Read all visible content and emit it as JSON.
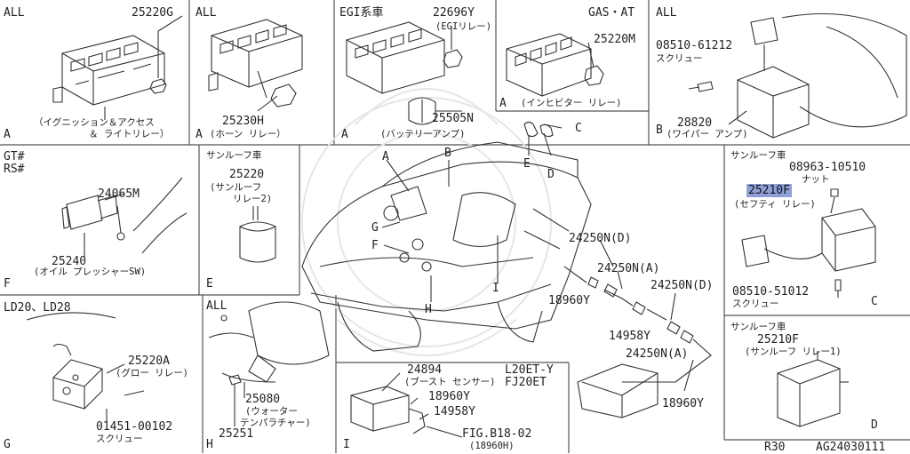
{
  "cells": {
    "c1": {
      "header": "ALL",
      "part": "25220G",
      "desc1": "（イグニッション＆アクセス",
      "desc2": "＆ ライトリレー）",
      "letter": "A"
    },
    "c2": {
      "header": "ALL",
      "part": "25230H",
      "desc": "(ホーン リレー）",
      "letter": "A"
    },
    "c3": {
      "header": "EGI系車",
      "part1": "22696Y",
      "desc1": "(EGIリレー)",
      "part2": "25505N",
      "desc2": "(バッテリーアンプ)",
      "letter": "A"
    },
    "c4": {
      "header": "GAS・AT",
      "part": "25220M",
      "desc": "(インヒビター リレー)",
      "letter": "A"
    },
    "c5": {
      "header": "ALL",
      "part1": "08510-61212",
      "desc1": "スクリュー",
      "part2": "28820",
      "desc2": "(ワイパー アンプ)",
      "letter": "B"
    },
    "c6": {
      "header1": "GT#",
      "header2": "RS#",
      "part1": "24065M",
      "part2": "25240",
      "desc": "(オイル プレッシャーSW)",
      "letter": "F"
    },
    "c7": {
      "header": "サンルーフ車",
      "part": "25220",
      "desc1": "(サンルーフ",
      "desc2": "リレー2)",
      "letter": "E"
    },
    "c8": {
      "header": "サンルーフ車",
      "part1": "08963-10510",
      "desc1": "ナット",
      "part2": "25210F",
      "desc2": "(セフティ リレー)",
      "part3": "08510-51012",
      "desc3": "スクリュー",
      "letter": "C"
    },
    "c9": {
      "header": "LD20、LD28",
      "part1": "25220A",
      "desc1": "(グロー リレー)",
      "part2": "01451-00102",
      "desc2": "スクリュー",
      "letter": "G"
    },
    "c10": {
      "header": "ALL",
      "part1": "25080",
      "desc1": "(ウォーター",
      "desc2": "テンパラチャー)",
      "part2": "25251",
      "letter": "H"
    },
    "c11": {
      "hdr1": "L20ET-Y",
      "hdr2": "FJ20ET",
      "part1": "24894",
      "desc1": "(ブースト センサー)",
      "part2": "18960Y",
      "part3": "14958Y",
      "ref": "FIG.B18-02",
      "refsub": "(18960H)",
      "letter": "I"
    },
    "c12": {
      "header": "サンルーフ車",
      "part": "25210F",
      "desc": "(サンルーフ リレー1)",
      "letter": "D"
    }
  },
  "center": {
    "callouts": [
      "A",
      "B",
      "C",
      "D",
      "E",
      "F",
      "G",
      "H",
      "I"
    ],
    "parts": [
      "24250N(D)",
      "24250N(A)",
      "18960Y",
      "14958Y",
      "24250N(A)",
      "24250N(D)",
      "18960Y"
    ]
  },
  "footer": {
    "model": "R30",
    "code": "AG24030111"
  }
}
